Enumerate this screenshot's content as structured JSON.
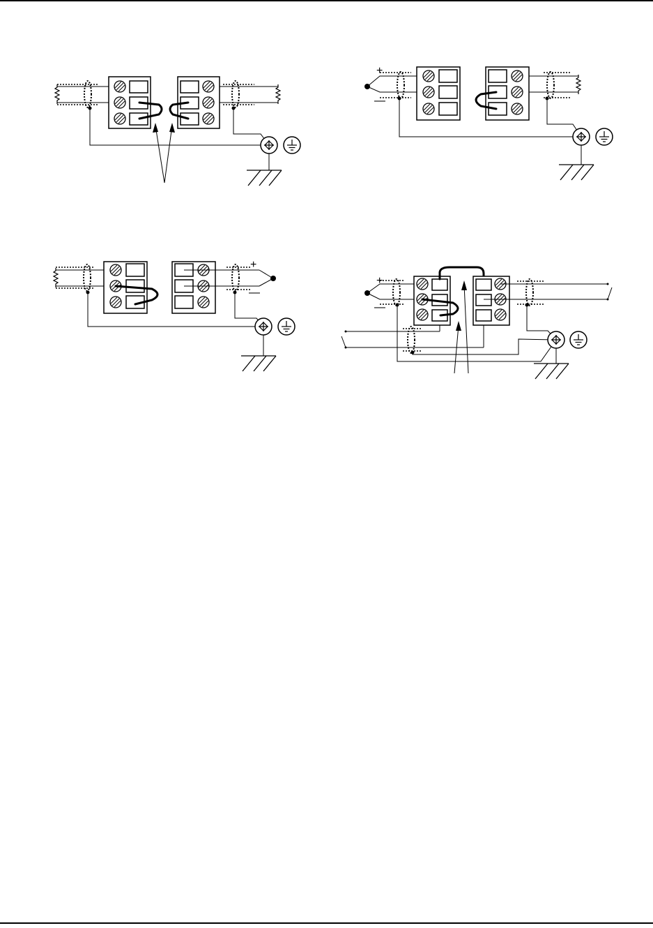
{
  "page": {
    "terminal_signs": {
      "plus": "+",
      "minus": "—"
    }
  },
  "diagrams": [
    {
      "id": "A",
      "description_visible": false
    },
    {
      "id": "B",
      "description_visible": false
    },
    {
      "id": "C",
      "description_visible": false
    },
    {
      "id": "D",
      "description_visible": false
    }
  ],
  "icons": [
    "terminal-block-icon",
    "ground-symbol-icon",
    "earth-rake-icon",
    "chassis-screw-icon",
    "resistor-icon",
    "thermocouple-junction-icon",
    "cable-shield-icon"
  ]
}
